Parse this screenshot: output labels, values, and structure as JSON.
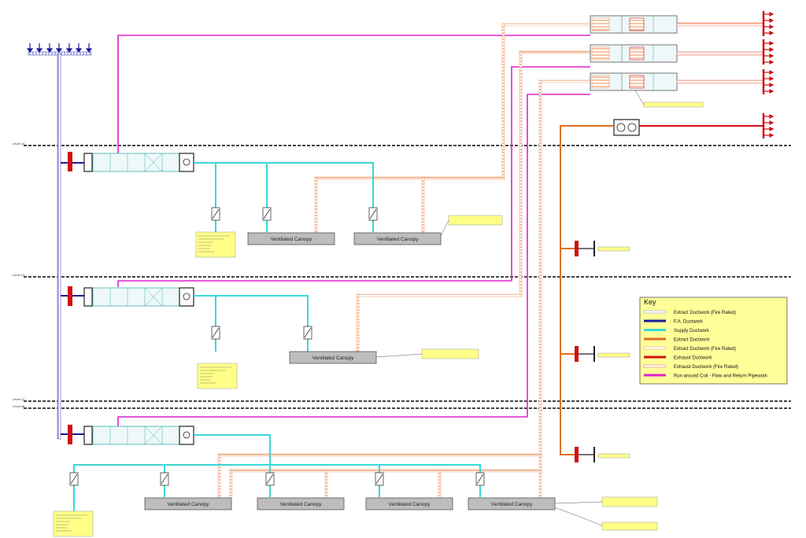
{
  "levels": [
    "Level 14",
    "Level 13",
    "Level 12",
    "Level 08"
  ],
  "canopy_label": "Ventilated Canopy",
  "key": {
    "title": "Key",
    "items": [
      {
        "label": "Extract Ductwork (Fire Rated)",
        "color": "#8a8ad8",
        "style": "hatch"
      },
      {
        "label": "F.A. Ductwork",
        "color": "#1a1a9a",
        "style": "solid"
      },
      {
        "label": "Supply Ductwork",
        "color": "#3cd6d6",
        "style": "solid"
      },
      {
        "label": "Extract Ductwork",
        "color": "#e07020",
        "style": "solid"
      },
      {
        "label": "Extract Ductwork (Fire Rated)",
        "color": "#f0a070",
        "style": "hatch"
      },
      {
        "label": "Exhaust Ductwork",
        "color": "#d01010",
        "style": "solid"
      },
      {
        "label": "Exhaust Ductwork (Fire Rated)",
        "color": "#f06060",
        "style": "hatch"
      },
      {
        "label": "Run around Coil - Flow and Return Pipework",
        "color": "#e020d0",
        "style": "solid"
      }
    ]
  },
  "colors": {
    "supply": "#3cd6d6",
    "fa": "#1a1a9a",
    "extract": "#e07020",
    "extract_fr": "#f0a070",
    "exhaust": "#d01010",
    "pipework": "#e020d0",
    "note_fill": "#ffff88",
    "key_fill": "#ffff99",
    "canopy_fill": "#bdbdbd"
  }
}
